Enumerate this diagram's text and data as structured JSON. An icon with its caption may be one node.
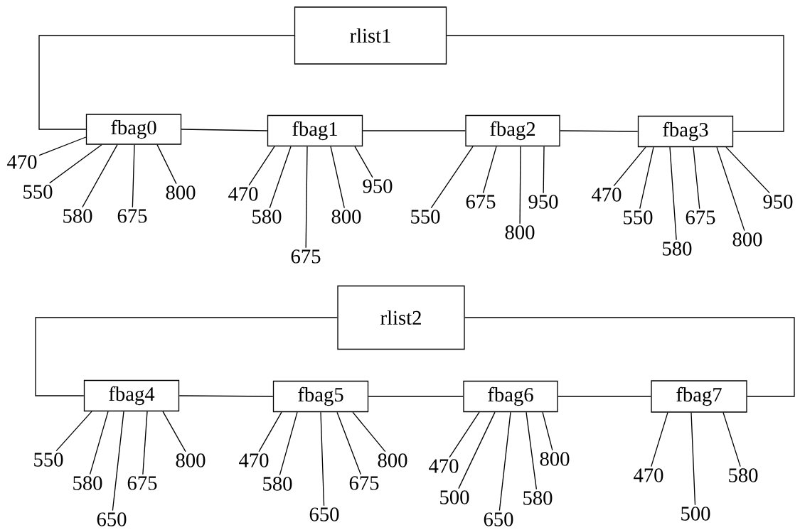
{
  "diagram": {
    "nodes": [
      {
        "text": [
          "rlist1"
        ]
      },
      {
        "text": [
          "fbag0"
        ]
      },
      {
        "text": [
          "fbag1"
        ]
      },
      {
        "text": [
          "fbag2"
        ]
      },
      {
        "text": [
          "fbag3"
        ]
      },
      {
        "text": [
          "470"
        ]
      },
      {
        "text": [
          "550"
        ]
      },
      {
        "text": [
          "580"
        ]
      },
      {
        "text": [
          "675"
        ]
      },
      {
        "text": [
          "800"
        ]
      },
      {
        "text": [
          "470"
        ]
      },
      {
        "text": [
          "580"
        ]
      },
      {
        "text": [
          "675"
        ]
      },
      {
        "text": [
          "800"
        ]
      },
      {
        "text": [
          "950"
        ]
      },
      {
        "text": [
          "550"
        ]
      },
      {
        "text": [
          "675"
        ]
      },
      {
        "text": [
          "800"
        ]
      },
      {
        "text": [
          "950"
        ]
      },
      {
        "text": [
          "470"
        ]
      },
      {
        "text": [
          "550"
        ]
      },
      {
        "text": [
          "580"
        ]
      },
      {
        "text": [
          "675"
        ]
      },
      {
        "text": [
          "800"
        ]
      },
      {
        "text": [
          "950"
        ]
      },
      {
        "text": [
          "rlist2"
        ]
      },
      {
        "text": [
          "fbag4"
        ]
      },
      {
        "text": [
          "fbag5"
        ]
      },
      {
        "text": [
          "fbag6"
        ]
      },
      {
        "text": [
          "fbag7"
        ]
      },
      {
        "text": [
          "550"
        ]
      },
      {
        "text": [
          "580"
        ]
      },
      {
        "text": [
          "650"
        ]
      },
      {
        "text": [
          "675"
        ]
      },
      {
        "text": [
          "800"
        ]
      },
      {
        "text": [
          "470"
        ]
      },
      {
        "text": [
          "580"
        ]
      },
      {
        "text": [
          "650"
        ]
      },
      {
        "text": [
          "675"
        ]
      },
      {
        "text": [
          "800"
        ]
      },
      {
        "text": [
          "470"
        ]
      },
      {
        "text": [
          "500"
        ]
      },
      {
        "text": [
          "650"
        ]
      },
      {
        "text": [
          "580"
        ]
      },
      {
        "text": [
          "800"
        ]
      },
      {
        "text": [
          "470"
        ]
      },
      {
        "text": [
          "500"
        ]
      },
      {
        "text": [
          "580"
        ]
      }
    ],
    "edges": [
      {
        "from": 0,
        "to": 1,
        "arrow": "none"
      },
      {
        "from": 1,
        "to": 2,
        "arrow": "none"
      },
      {
        "from": 2,
        "to": 3,
        "arrow": "none"
      },
      {
        "from": 3,
        "to": 4,
        "arrow": "none"
      },
      {
        "from": 0,
        "to": 4,
        "arrow": "none"
      },
      {
        "from": 1,
        "to": 5,
        "arrow": "none"
      },
      {
        "from": 1,
        "to": 6,
        "arrow": "none"
      },
      {
        "from": 1,
        "to": 7,
        "arrow": "none"
      },
      {
        "from": 1,
        "to": 8,
        "arrow": "none"
      },
      {
        "from": 1,
        "to": 9,
        "arrow": "none"
      },
      {
        "from": 2,
        "to": 10,
        "arrow": "none"
      },
      {
        "from": 2,
        "to": 11,
        "arrow": "none"
      },
      {
        "from": 2,
        "to": 12,
        "arrow": "none"
      },
      {
        "from": 2,
        "to": 13,
        "arrow": "none"
      },
      {
        "from": 2,
        "to": 14,
        "arrow": "none"
      },
      {
        "from": 3,
        "to": 15,
        "arrow": "none"
      },
      {
        "from": 3,
        "to": 16,
        "arrow": "none"
      },
      {
        "from": 3,
        "to": 17,
        "arrow": "none"
      },
      {
        "from": 3,
        "to": 18,
        "arrow": "none"
      },
      {
        "from": 4,
        "to": 19,
        "arrow": "none"
      },
      {
        "from": 4,
        "to": 20,
        "arrow": "none"
      },
      {
        "from": 4,
        "to": 21,
        "arrow": "none"
      },
      {
        "from": 4,
        "to": 22,
        "arrow": "none"
      },
      {
        "from": 4,
        "to": 23,
        "arrow": "none"
      },
      {
        "from": 4,
        "to": 24,
        "arrow": "none"
      },
      {
        "from": 25,
        "to": 26,
        "arrow": "none"
      },
      {
        "from": 26,
        "to": 27,
        "arrow": "none"
      },
      {
        "from": 27,
        "to": 28,
        "arrow": "none"
      },
      {
        "from": 28,
        "to": 29,
        "arrow": "none"
      },
      {
        "from": 25,
        "to": 29,
        "arrow": "none"
      },
      {
        "from": 26,
        "to": 30,
        "arrow": "none"
      },
      {
        "from": 26,
        "to": 31,
        "arrow": "none"
      },
      {
        "from": 26,
        "to": 32,
        "arrow": "none"
      },
      {
        "from": 26,
        "to": 33,
        "arrow": "none"
      },
      {
        "from": 26,
        "to": 34,
        "arrow": "none"
      },
      {
        "from": 27,
        "to": 35,
        "arrow": "none"
      },
      {
        "from": 27,
        "to": 36,
        "arrow": "none"
      },
      {
        "from": 27,
        "to": 37,
        "arrow": "none"
      },
      {
        "from": 27,
        "to": 38,
        "arrow": "none"
      },
      {
        "from": 27,
        "to": 39,
        "arrow": "none"
      },
      {
        "from": 28,
        "to": 40,
        "arrow": "none"
      },
      {
        "from": 28,
        "to": 41,
        "arrow": "none"
      },
      {
        "from": 28,
        "to": 42,
        "arrow": "none"
      },
      {
        "from": 28,
        "to": 43,
        "arrow": "none"
      },
      {
        "from": 28,
        "to": 44,
        "arrow": "none"
      },
      {
        "from": 29,
        "to": 45,
        "arrow": "none"
      },
      {
        "from": 29,
        "to": 46,
        "arrow": "none"
      },
      {
        "from": 29,
        "to": 47,
        "arrow": "none"
      }
    ]
  }
}
